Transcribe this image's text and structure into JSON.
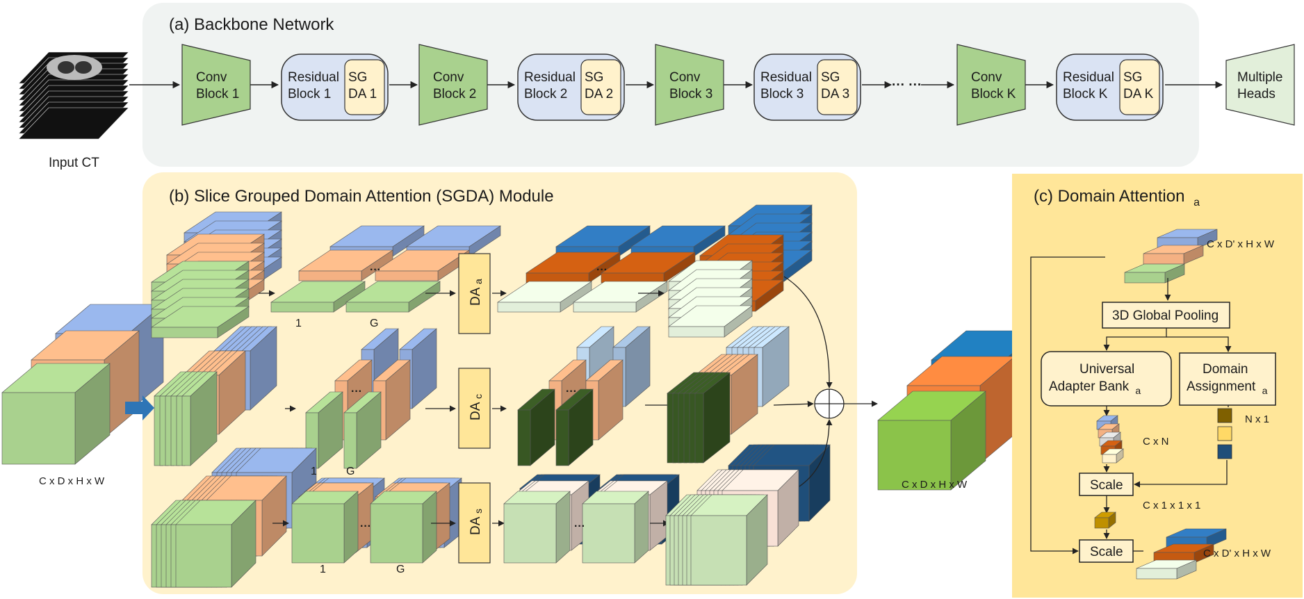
{
  "input_label": "Input CT",
  "backbone": {
    "title": "(a) Backbone Network",
    "conv_blocks": [
      {
        "line1": "Conv",
        "line2": "Block 1"
      },
      {
        "line1": "Conv",
        "line2": "Block 2"
      },
      {
        "line1": "Conv",
        "line2": "Block 3"
      },
      {
        "line1": "Conv",
        "line2": "Block K"
      }
    ],
    "residual_blocks": [
      {
        "line1": "Residual",
        "line2": "Block 1",
        "sg1": "SG",
        "sg2": "DA 1"
      },
      {
        "line1": "Residual",
        "line2": "Block 2",
        "sg1": "SG",
        "sg2": "DA 2"
      },
      {
        "line1": "Residual",
        "line2": "Block 3",
        "sg1": "SG",
        "sg2": "DA 3"
      },
      {
        "line1": "Residual",
        "line2": "Block K",
        "sg1": "SG",
        "sg2": "DA K"
      }
    ],
    "ellipsis": "··· ···",
    "heads": {
      "line1": "Multiple",
      "line2": "Heads"
    }
  },
  "sgda": {
    "title": "(b) Slice Grouped Domain Attention (SGDA) Module",
    "input_dims": "C x D x H x W",
    "output_dims": "C x D x H x W",
    "da_boxes": [
      {
        "main": "DA",
        "sub": "a"
      },
      {
        "main": "DA",
        "sub": "c"
      },
      {
        "main": "DA",
        "sub": "s"
      }
    ],
    "group_first": "1",
    "group_last": "G",
    "dots": "···"
  },
  "domain_attention": {
    "title_main": "(c) Domain Attention",
    "title_sub": "a",
    "input_dims": "C x D' x H x W",
    "pooling": "3D Global Pooling",
    "adapter_line1": "Universal",
    "adapter_line2": "Adapter Bank",
    "adapter_sub": "a",
    "assign_line1": "Domain",
    "assign_line2": "Assignment",
    "assign_sub": "a",
    "bank_dims": "C x N",
    "assign_dims": "N x 1",
    "scale1": "Scale",
    "scale1_dims": "C x 1 x 1 x 1",
    "scale2": "Scale",
    "output_dims": "C x D' x H x W"
  },
  "colors": {
    "green": "#a9d18e",
    "orange": "#f4b183",
    "blue": "#8faadc",
    "panel_a": "#f0f3f2",
    "panel_b": "#fff2cc",
    "panel_c": "#ffe699",
    "res_fill": "#dae3f3",
    "sg_fill": "#fff2cc",
    "da_fill": "#ffe699",
    "out_blue": "#2e75b6",
    "out_orange": "#c55a11",
    "out_green": "#70ad47",
    "pale_green": "#e2efda",
    "dark_green": "#385723",
    "navy": "#1f4e79"
  }
}
